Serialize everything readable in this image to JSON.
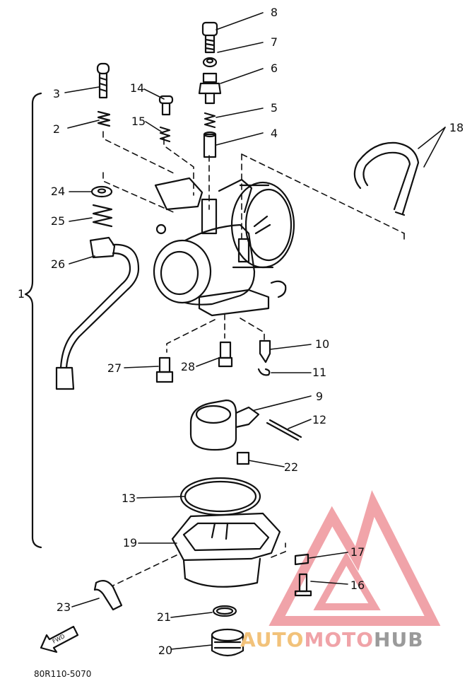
{
  "diagram": {
    "part_code": "80R110-5070",
    "fwd_label": "FWD",
    "callouts": [
      {
        "id": "c1",
        "label": "1"
      },
      {
        "id": "c2",
        "label": "2"
      },
      {
        "id": "c3",
        "label": "3"
      },
      {
        "id": "c4",
        "label": "4"
      },
      {
        "id": "c5",
        "label": "5"
      },
      {
        "id": "c6",
        "label": "6"
      },
      {
        "id": "c7",
        "label": "7"
      },
      {
        "id": "c8",
        "label": "8"
      },
      {
        "id": "c9",
        "label": "9"
      },
      {
        "id": "c10",
        "label": "10"
      },
      {
        "id": "c11",
        "label": "11"
      },
      {
        "id": "c12",
        "label": "12"
      },
      {
        "id": "c13",
        "label": "13"
      },
      {
        "id": "c14",
        "label": "14"
      },
      {
        "id": "c15",
        "label": "15"
      },
      {
        "id": "c16",
        "label": "16"
      },
      {
        "id": "c17",
        "label": "17"
      },
      {
        "id": "c18",
        "label": "18"
      },
      {
        "id": "c19",
        "label": "19"
      },
      {
        "id": "c20",
        "label": "20"
      },
      {
        "id": "c21",
        "label": "21"
      },
      {
        "id": "c22",
        "label": "22"
      },
      {
        "id": "c23",
        "label": "23"
      },
      {
        "id": "c24",
        "label": "24"
      },
      {
        "id": "c25",
        "label": "25"
      },
      {
        "id": "c26",
        "label": "26"
      },
      {
        "id": "c27",
        "label": "27"
      },
      {
        "id": "c28",
        "label": "28"
      }
    ]
  },
  "watermark": {
    "text_part1": "AUTO",
    "text_part2": "MOTO",
    "text_part3": "HUB",
    "colors": {
      "part1": "#f2c27a",
      "part2": "#f0a3a8",
      "part3": "#9a9a9a",
      "triangle": "#ef9aa0"
    }
  }
}
